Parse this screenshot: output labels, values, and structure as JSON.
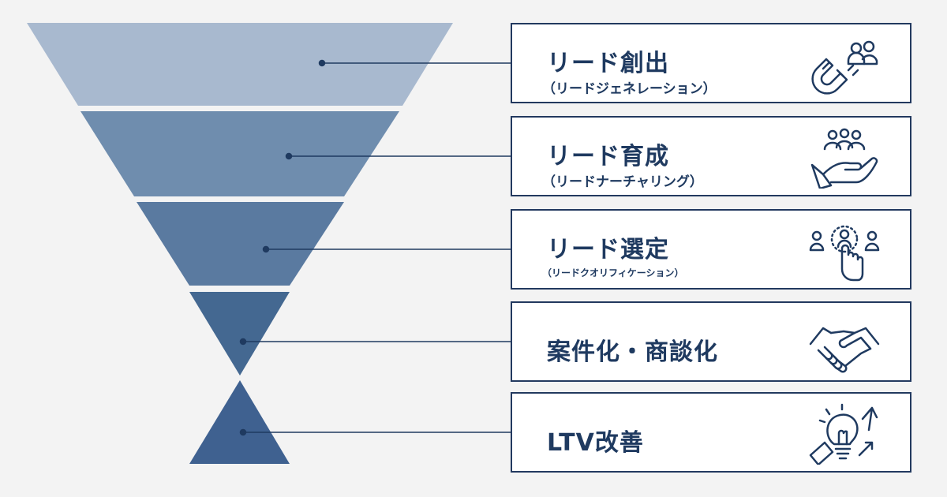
{
  "stages": [
    {
      "title": "リード創出",
      "subtitle": "（リードジェネレーション）",
      "icon": "magnet-people-icon",
      "color": "#a8b9cf"
    },
    {
      "title": "リード育成",
      "subtitle": "（リードナーチャリング）",
      "icon": "hand-people-icon",
      "color": "#6f8dae"
    },
    {
      "title": "リード選定",
      "subtitle": "（リードクオリフィケーション）",
      "icon": "select-person-icon",
      "color": "#5a7aa0"
    },
    {
      "title": "案件化・商談化",
      "subtitle": "",
      "icon": "handshake-icon",
      "color": "#446891"
    },
    {
      "title": "LTV改善",
      "subtitle": "",
      "icon": "lightbulb-growth-icon",
      "color": "#3f6190"
    }
  ],
  "colors": {
    "border": "#22395f",
    "text": "#1f3a60",
    "connector": "#1f3a60"
  }
}
